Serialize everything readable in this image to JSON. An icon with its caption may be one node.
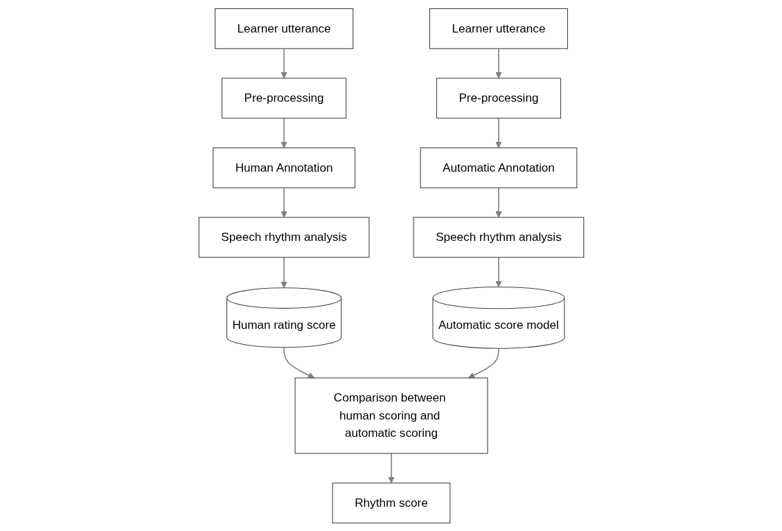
{
  "diagram": {
    "nodes": [
      {
        "text": [
          "Learner utterance"
        ]
      },
      {
        "text": [
          "Pre-processing"
        ]
      },
      {
        "text": [
          "Human Annotation"
        ]
      },
      {
        "text": [
          "Speech rhythm analysis"
        ]
      },
      {
        "text": [
          "Human rating score"
        ]
      },
      {
        "text": [
          "Learner utterance"
        ]
      },
      {
        "text": [
          "Pre-processing"
        ]
      },
      {
        "text": [
          "Automatic Annotation"
        ]
      },
      {
        "text": [
          "Speech rhythm analysis"
        ]
      },
      {
        "text": [
          "Automatic score model"
        ]
      },
      {
        "text": [
          "Comparison between human scoring and automatic scoring"
        ]
      },
      {
        "text": [
          "Rhythm score"
        ]
      }
    ],
    "edges": [
      {
        "from": 0,
        "to": 1,
        "arrow": "to"
      },
      {
        "from": 1,
        "to": 2,
        "arrow": "to"
      },
      {
        "from": 2,
        "to": 3,
        "arrow": "to"
      },
      {
        "from": 3,
        "to": 4,
        "arrow": "to"
      },
      {
        "from": 4,
        "to": 10,
        "arrow": "to"
      },
      {
        "from": 5,
        "to": 6,
        "arrow": "to"
      },
      {
        "from": 6,
        "to": 7,
        "arrow": "to"
      },
      {
        "from": 7,
        "to": 8,
        "arrow": "to"
      },
      {
        "from": 8,
        "to": 9,
        "arrow": "to"
      },
      {
        "from": 9,
        "to": 10,
        "arrow": "to"
      },
      {
        "from": 10,
        "to": 11,
        "arrow": "to"
      }
    ]
  }
}
